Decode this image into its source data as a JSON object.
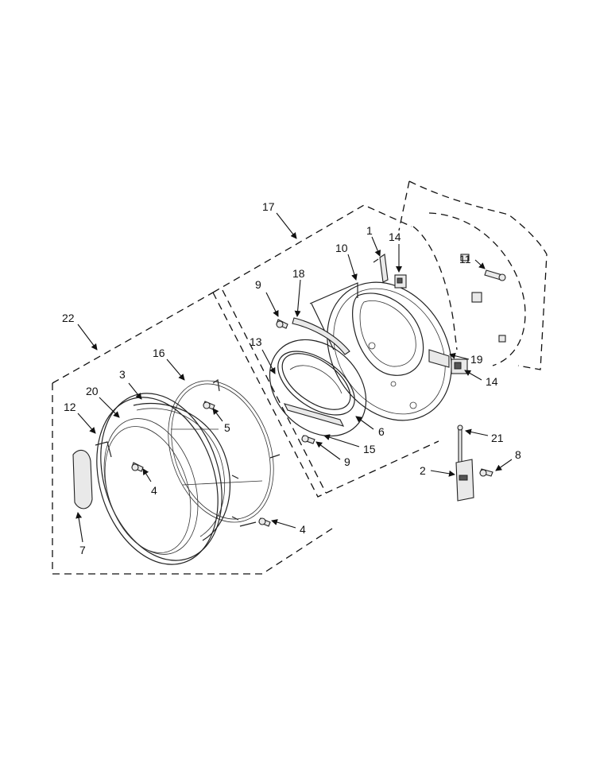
{
  "callouts": [
    {
      "id": "c17",
      "text": "17"
    },
    {
      "id": "c1",
      "text": "1"
    },
    {
      "id": "c14a",
      "text": "14"
    },
    {
      "id": "c10",
      "text": "10"
    },
    {
      "id": "c11",
      "text": "11"
    },
    {
      "id": "c9a",
      "text": "9"
    },
    {
      "id": "c18",
      "text": "18"
    },
    {
      "id": "c22",
      "text": "22"
    },
    {
      "id": "c13",
      "text": "13"
    },
    {
      "id": "c16",
      "text": "16"
    },
    {
      "id": "c19",
      "text": "19"
    },
    {
      "id": "c14b",
      "text": "14"
    },
    {
      "id": "c3",
      "text": "3"
    },
    {
      "id": "c20",
      "text": "20"
    },
    {
      "id": "c5",
      "text": "5"
    },
    {
      "id": "c12",
      "text": "12"
    },
    {
      "id": "c6",
      "text": "6"
    },
    {
      "id": "c21",
      "text": "21"
    },
    {
      "id": "c15",
      "text": "15"
    },
    {
      "id": "c9b",
      "text": "9"
    },
    {
      "id": "c8",
      "text": "8"
    },
    {
      "id": "c2",
      "text": "2"
    },
    {
      "id": "c4a",
      "text": "4"
    },
    {
      "id": "c4b",
      "text": "4"
    },
    {
      "id": "c7",
      "text": "7"
    }
  ]
}
